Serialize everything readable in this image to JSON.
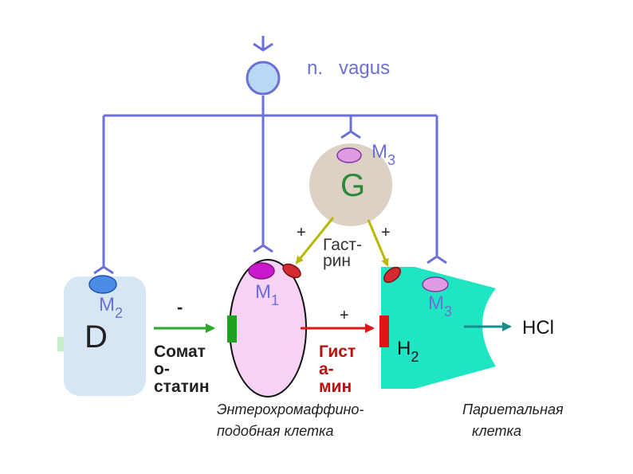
{
  "diagram": {
    "nerve_label": "n.   vagus",
    "g_cell": {
      "letter": "G",
      "receptor": "M",
      "receptor_sub": "3"
    },
    "gastrin": {
      "line1": "Гаст-",
      "line2": "рин",
      "sign_left": "+",
      "sign_right": "+"
    },
    "d_cell": {
      "letter": "D",
      "receptor": "M",
      "receptor_sub": "2"
    },
    "somatostatin": {
      "sign": "-",
      "line1": "Сомат",
      "line2": "о-",
      "line3": "статин"
    },
    "ecl_cell": {
      "receptor": "M",
      "receptor_sub": "1",
      "caption_line1": "Энтерохромаффино-",
      "caption_line2": "подобная  клетка"
    },
    "histamine": {
      "sign": "+",
      "line1": "Гист",
      "line2": "а-",
      "line3": "мин"
    },
    "parietal_cell": {
      "receptor": "M",
      "receptor_sub": "3",
      "h2_receptor": "H",
      "h2_sub": "2",
      "caption_line1": "Париетальная",
      "caption_line2": "клетка"
    },
    "product": "HCl"
  },
  "colors": {
    "nerve": "#6b6fd6",
    "g_cell": "#ddd0c4",
    "d_cell": "#d6e6f5",
    "ecl_cell": "#f6d2f5",
    "parietal_cell": "#1fe5c2",
    "receptor_pink": "#e29ae2",
    "receptor_red": "#d42a32",
    "gastrin_arrow": "#b8b800",
    "somatostatin_arrow": "#2aa82a",
    "histamine_arrow": "#e01515",
    "hcl_arrow": "#1a8e8e"
  }
}
